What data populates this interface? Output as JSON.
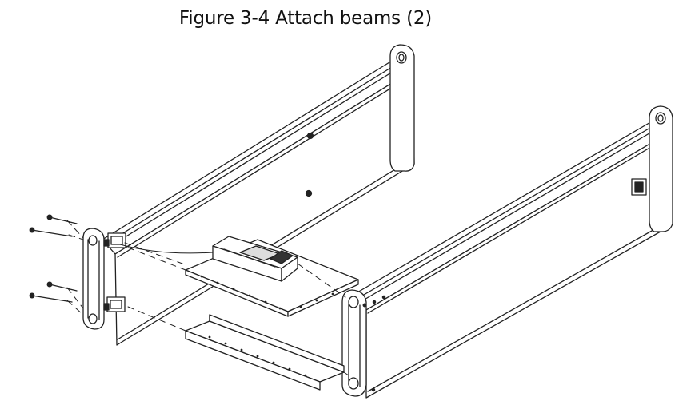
{
  "figure": {
    "title": "Figure 3-4 Attach beams (2)"
  },
  "illustration": {
    "parts": [
      "rear-rail",
      "front-rail",
      "left-end-bracket",
      "upper-crossbeam",
      "lower-crossbeam",
      "control-module",
      "screws"
    ],
    "line_color": "#222222",
    "fill_color": "#ffffff"
  }
}
